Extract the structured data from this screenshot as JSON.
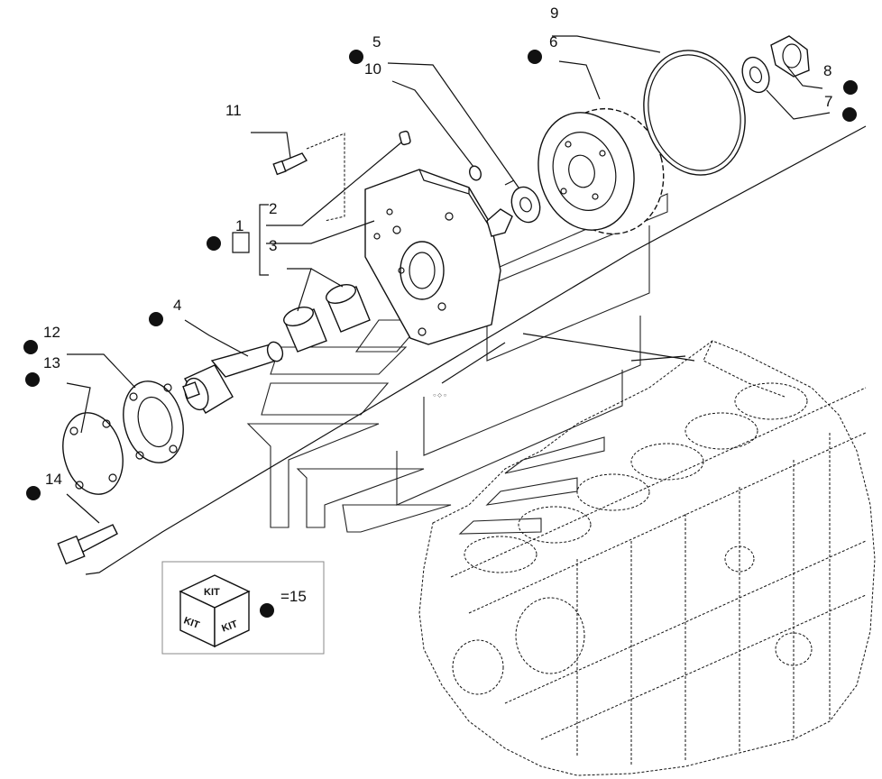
{
  "diagram": {
    "callouts": [
      {
        "id": "c1",
        "text": "1"
      },
      {
        "id": "c2",
        "text": "2"
      },
      {
        "id": "c3",
        "text": "3"
      },
      {
        "id": "c4",
        "text": "4"
      },
      {
        "id": "c5",
        "text": "5"
      },
      {
        "id": "c6",
        "text": "6"
      },
      {
        "id": "c7",
        "text": "7"
      },
      {
        "id": "c8",
        "text": "8"
      },
      {
        "id": "c9",
        "text": "9"
      },
      {
        "id": "c10",
        "text": "10"
      },
      {
        "id": "c11",
        "text": "11"
      },
      {
        "id": "c12",
        "text": "12"
      },
      {
        "id": "c13",
        "text": "13"
      },
      {
        "id": "c14",
        "text": "14"
      }
    ],
    "legend": {
      "kit_word": "KIT",
      "equals_text": "=15"
    }
  }
}
